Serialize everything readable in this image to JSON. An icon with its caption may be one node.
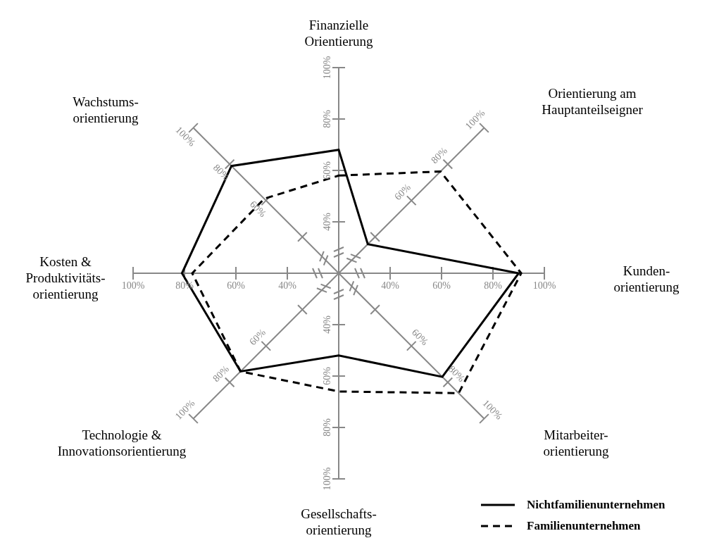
{
  "diagram": {
    "labels": [
      "Finanzielle Orientierung",
      "Orientierung am Hauptanteilseigner",
      "Kunden- orientierung",
      "Mitarbeiter- orientierung",
      "Gesellschafts- orientierung",
      "Technologie & Innovationsorientierung",
      "Kosten & Produktivitäts- orientierung",
      "Wachstums- orientierung",
      "40%",
      "60%",
      "80%",
      "100%",
      "60%",
      "80%",
      "100%",
      "40%",
      "60%",
      "80%",
      "100%",
      "60%",
      "80%",
      "100%",
      "40%",
      "60%",
      "80%",
      "100%",
      "60%",
      "80%",
      "100%",
      "40%",
      "60%",
      "80%",
      "100%",
      "60%",
      "80%",
      "100%"
    ],
    "legend": [
      {
        "text": "Nichtfamilienunternehmen"
      },
      {
        "text": "Familienunternehmen"
      }
    ]
  }
}
